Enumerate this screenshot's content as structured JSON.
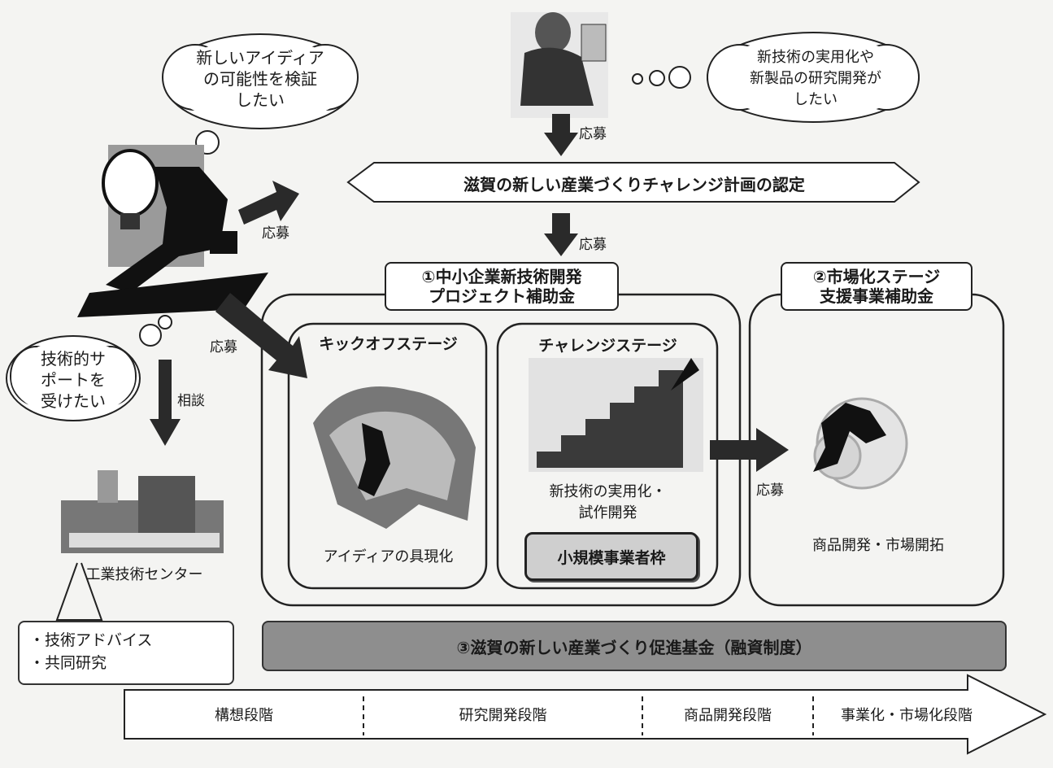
{
  "clouds": {
    "idea": [
      "新しいアイディア",
      "の可能性を検証",
      "したい"
    ],
    "tech": [
      "新技術の実用化や",
      "新製品の研究開発が",
      "したい"
    ],
    "support": [
      "技術的サ",
      "ポートを",
      "受けたい"
    ]
  },
  "arrows": {
    "apply_top": "応募",
    "apply_mid": "応募",
    "apply_left": "応募",
    "apply_diag": "応募",
    "apply_right": "応募",
    "consult": "相談"
  },
  "banner": "滋賀の新しい産業づくりチャレンジ計画の認定",
  "program1": {
    "lines": [
      "①中小企業新技術開発",
      "プロジェクト補助金"
    ]
  },
  "program2": {
    "lines": [
      "②市場化ステージ",
      "支援事業補助金"
    ]
  },
  "stages": {
    "kickoff": {
      "title": "キックオフステージ",
      "caption": "アイディアの具現化"
    },
    "challenge": {
      "title": "チャレンジステージ",
      "caption": [
        "新技術の実用化・",
        "試作開発"
      ]
    },
    "small_business": "小規模事業者枠",
    "market": {
      "caption": "商品開発・市場開拓"
    }
  },
  "center": {
    "name": "工業技術センター",
    "services": [
      "・技術アドバイス",
      "・共同研究"
    ]
  },
  "fund": "③滋賀の新しい産業づくり促進基金（融資制度）",
  "phases": [
    "構想段階",
    "研究開発段階",
    "商品開発段階",
    "事業化・市場化段階"
  ],
  "colors": {
    "arrow": "#2a2a2a",
    "fund_bar": "#8e8e8e",
    "paper": "#f4f4f2"
  }
}
